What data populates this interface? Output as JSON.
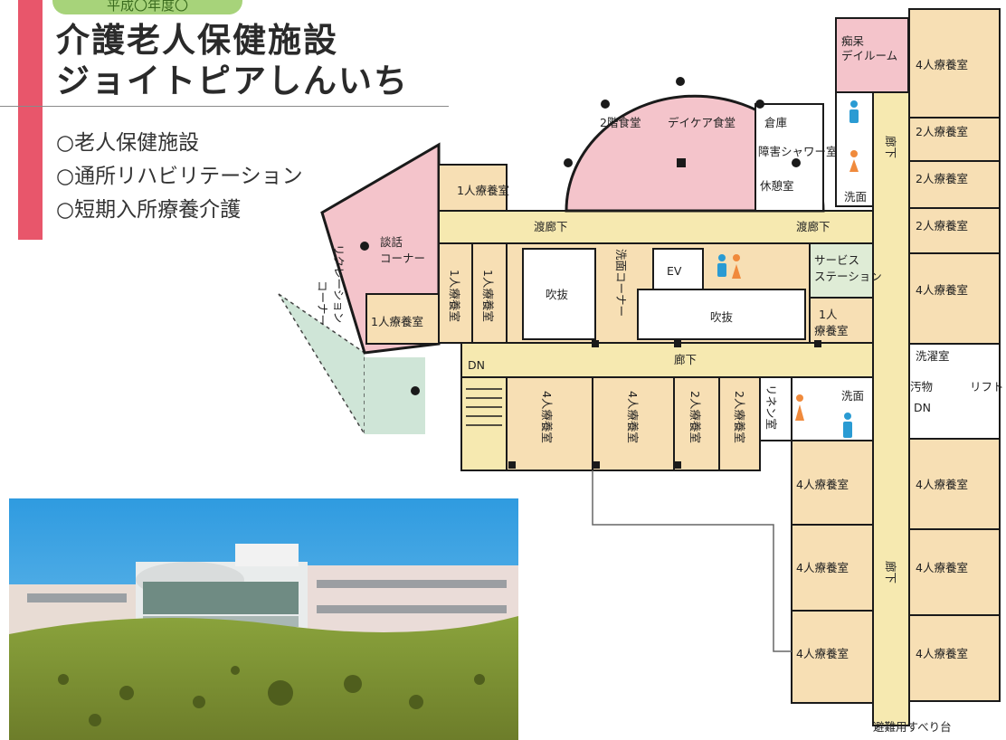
{
  "header": {
    "badge": "平成〇年度〇",
    "title_line1": "介護老人保健施設",
    "title_line2": "ジョイトピアしんいち"
  },
  "services": [
    "○老人保健施設",
    "○通所リハビリテーション",
    "○短期入所療養介護"
  ],
  "floor_plan": {
    "rooms": {
      "dementia_dayroom_1": "痴呆",
      "dementia_dayroom_2": "デイルーム",
      "dining_2f": "2階食堂",
      "daycare_dining": "デイケア食堂",
      "storage": "倉庫",
      "shower_room": "障害シャワー室",
      "break_room": "休憩室",
      "washroom_top": "洗面",
      "single_room": "1人療養室",
      "single_room_vertical": "1人療養室",
      "talk_corner_1": "談話",
      "talk_corner_2": "コーナー",
      "recreation_corner_1": "リクレーション",
      "recreation_corner_2": "コーナー",
      "atrium": "吹抜",
      "elevator": "EV",
      "washroom_corner": "洗面コーナー",
      "service_station_1": "サービス",
      "service_station_2": "ステーション",
      "single_room_1": "1人",
      "single_room_2": "療養室",
      "four_bed_room": "4人療養室",
      "four_bed_room_vertical": "4人療養室",
      "two_bed_room": "2人療養室",
      "two_bed_room_vertical": "2人療養室",
      "linen_room": "リネン室",
      "washroom": "洗面",
      "laundry": "洗濯室",
      "soiled": "汚物",
      "lift": "リフト",
      "stairs_down": "DN"
    },
    "corridors": {
      "passage": "渡廊下",
      "corridor": "廊下"
    },
    "escape_chute": "避難用すべり台"
  },
  "colors": {
    "accent": "#e8566b",
    "badge": "#a7d37a",
    "corridor": "#f6e9b0",
    "room": "#f7dfb4",
    "pink": "#f4c4cb",
    "green": "#cfe5d7",
    "wall": "#1a1a1a"
  },
  "icons": [
    "male-restroom-icon",
    "female-restroom-icon",
    "stairs-icon"
  ]
}
